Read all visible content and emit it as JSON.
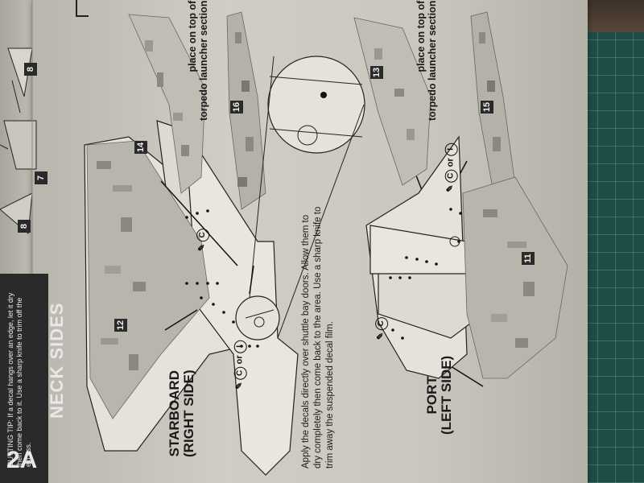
{
  "page": {
    "section_number": "2A",
    "section_title": "NECK SIDES",
    "cutting_tip": "CUTTING TIP: If a decal hangs over an edge, let it dry then come back to it. Use a sharp knife to trim off the excess.",
    "instructions": "Apply the decals directly over shuttle bay doors. Allow them to dry completely then come back to the area. Use a sharp knife to trim away the suspended decal film.",
    "starboard_label_1": "STARBOARD",
    "starboard_label_2": "(RIGHT SIDE)",
    "port_label_1": "PORT",
    "port_label_2": "(LEFT SIDE)",
    "place_note_1_line1": "place on top of",
    "place_note_1_line2": "torpedo launcher section",
    "place_note_2_line1": "place on top of",
    "place_note_2_line2": "torpedo launcher section",
    "paint_c": "C",
    "paint_i": "I",
    "or_text": "or",
    "decal_numbers": [
      "12",
      "14",
      "16",
      "13",
      "15",
      "11",
      "8",
      "7",
      "8"
    ]
  },
  "colors": {
    "paper": "#cfcdc4",
    "ink": "#1a1a1a",
    "banner": "#2a2a2a",
    "cutting_mat": "#1f4e48"
  }
}
